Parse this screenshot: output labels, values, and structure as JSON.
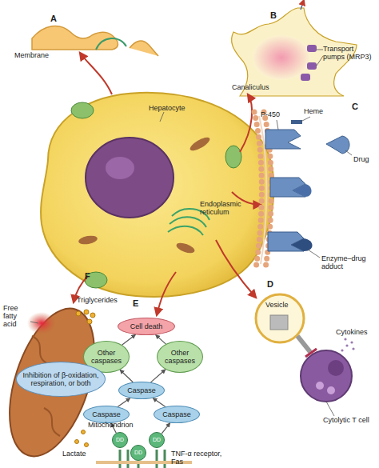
{
  "diagram": {
    "nodes": [
      {
        "text": [
          "Cell death"
        ]
      },
      {
        "text": [
          "Other caspases"
        ]
      },
      {
        "text": [
          "Other caspases"
        ]
      },
      {
        "text": [
          "Caspase"
        ]
      },
      {
        "text": [
          "Caspase"
        ]
      },
      {
        "text": [
          "Caspase"
        ]
      },
      {
        "text": [
          "DD"
        ]
      },
      {
        "text": [
          "DD"
        ]
      },
      {
        "text": [
          "DD"
        ]
      },
      {
        "text": [
          "Inhibition of β-oxidation, respiration, or both"
        ]
      }
    ],
    "edges": [
      {
        "from": 4,
        "to": 3,
        "arrow": "to"
      },
      {
        "from": 5,
        "to": 3,
        "arrow": "to"
      },
      {
        "from": 3,
        "to": 1,
        "arrow": "to"
      },
      {
        "from": 3,
        "to": 2,
        "arrow": "to"
      },
      {
        "from": 1,
        "to": 0,
        "arrow": "to"
      },
      {
        "from": 2,
        "to": 0,
        "arrow": "to"
      },
      {
        "from": 6,
        "to": 4,
        "arrow": "to"
      },
      {
        "from": 7,
        "to": 5,
        "arrow": "to"
      }
    ],
    "labels": [
      "A",
      "Membrane",
      "B",
      "Canaliculus",
      "Transport pumps (MRP3)",
      "Hepatocyte",
      "C",
      "P-450",
      "Heme",
      "Drug",
      "Endoplasmic reticulum",
      "Enzyme–drug adduct",
      "D",
      "Vesicle",
      "Cytokines",
      "Cytolytic T cell",
      "E",
      "TNF-α receptor, Fas",
      "F",
      "Free fatty acid",
      "Triglycerides",
      "Mitochondrion",
      "Lactate"
    ]
  }
}
